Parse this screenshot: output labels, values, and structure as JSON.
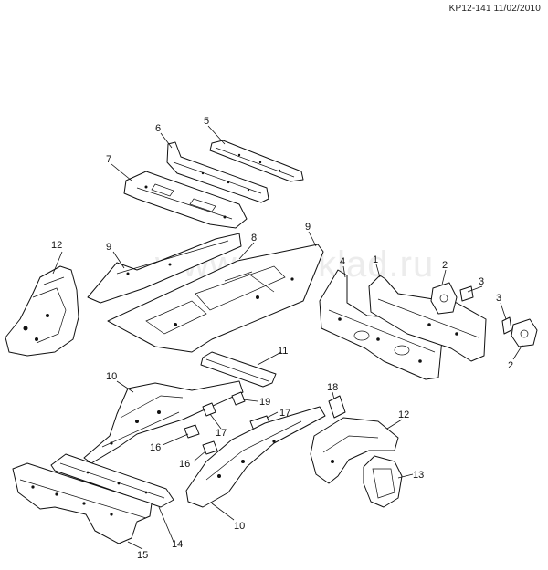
{
  "diagram": {
    "reference": "KP12-141 11/02/2010",
    "watermark": "www.emsklad.ru",
    "callouts": [
      "1",
      "2",
      "2",
      "3",
      "3",
      "4",
      "5",
      "6",
      "7",
      "8",
      "9",
      "9",
      "10",
      "10",
      "11",
      "12",
      "12",
      "13",
      "14",
      "15",
      "16",
      "16",
      "17",
      "17",
      "18",
      "19"
    ]
  }
}
